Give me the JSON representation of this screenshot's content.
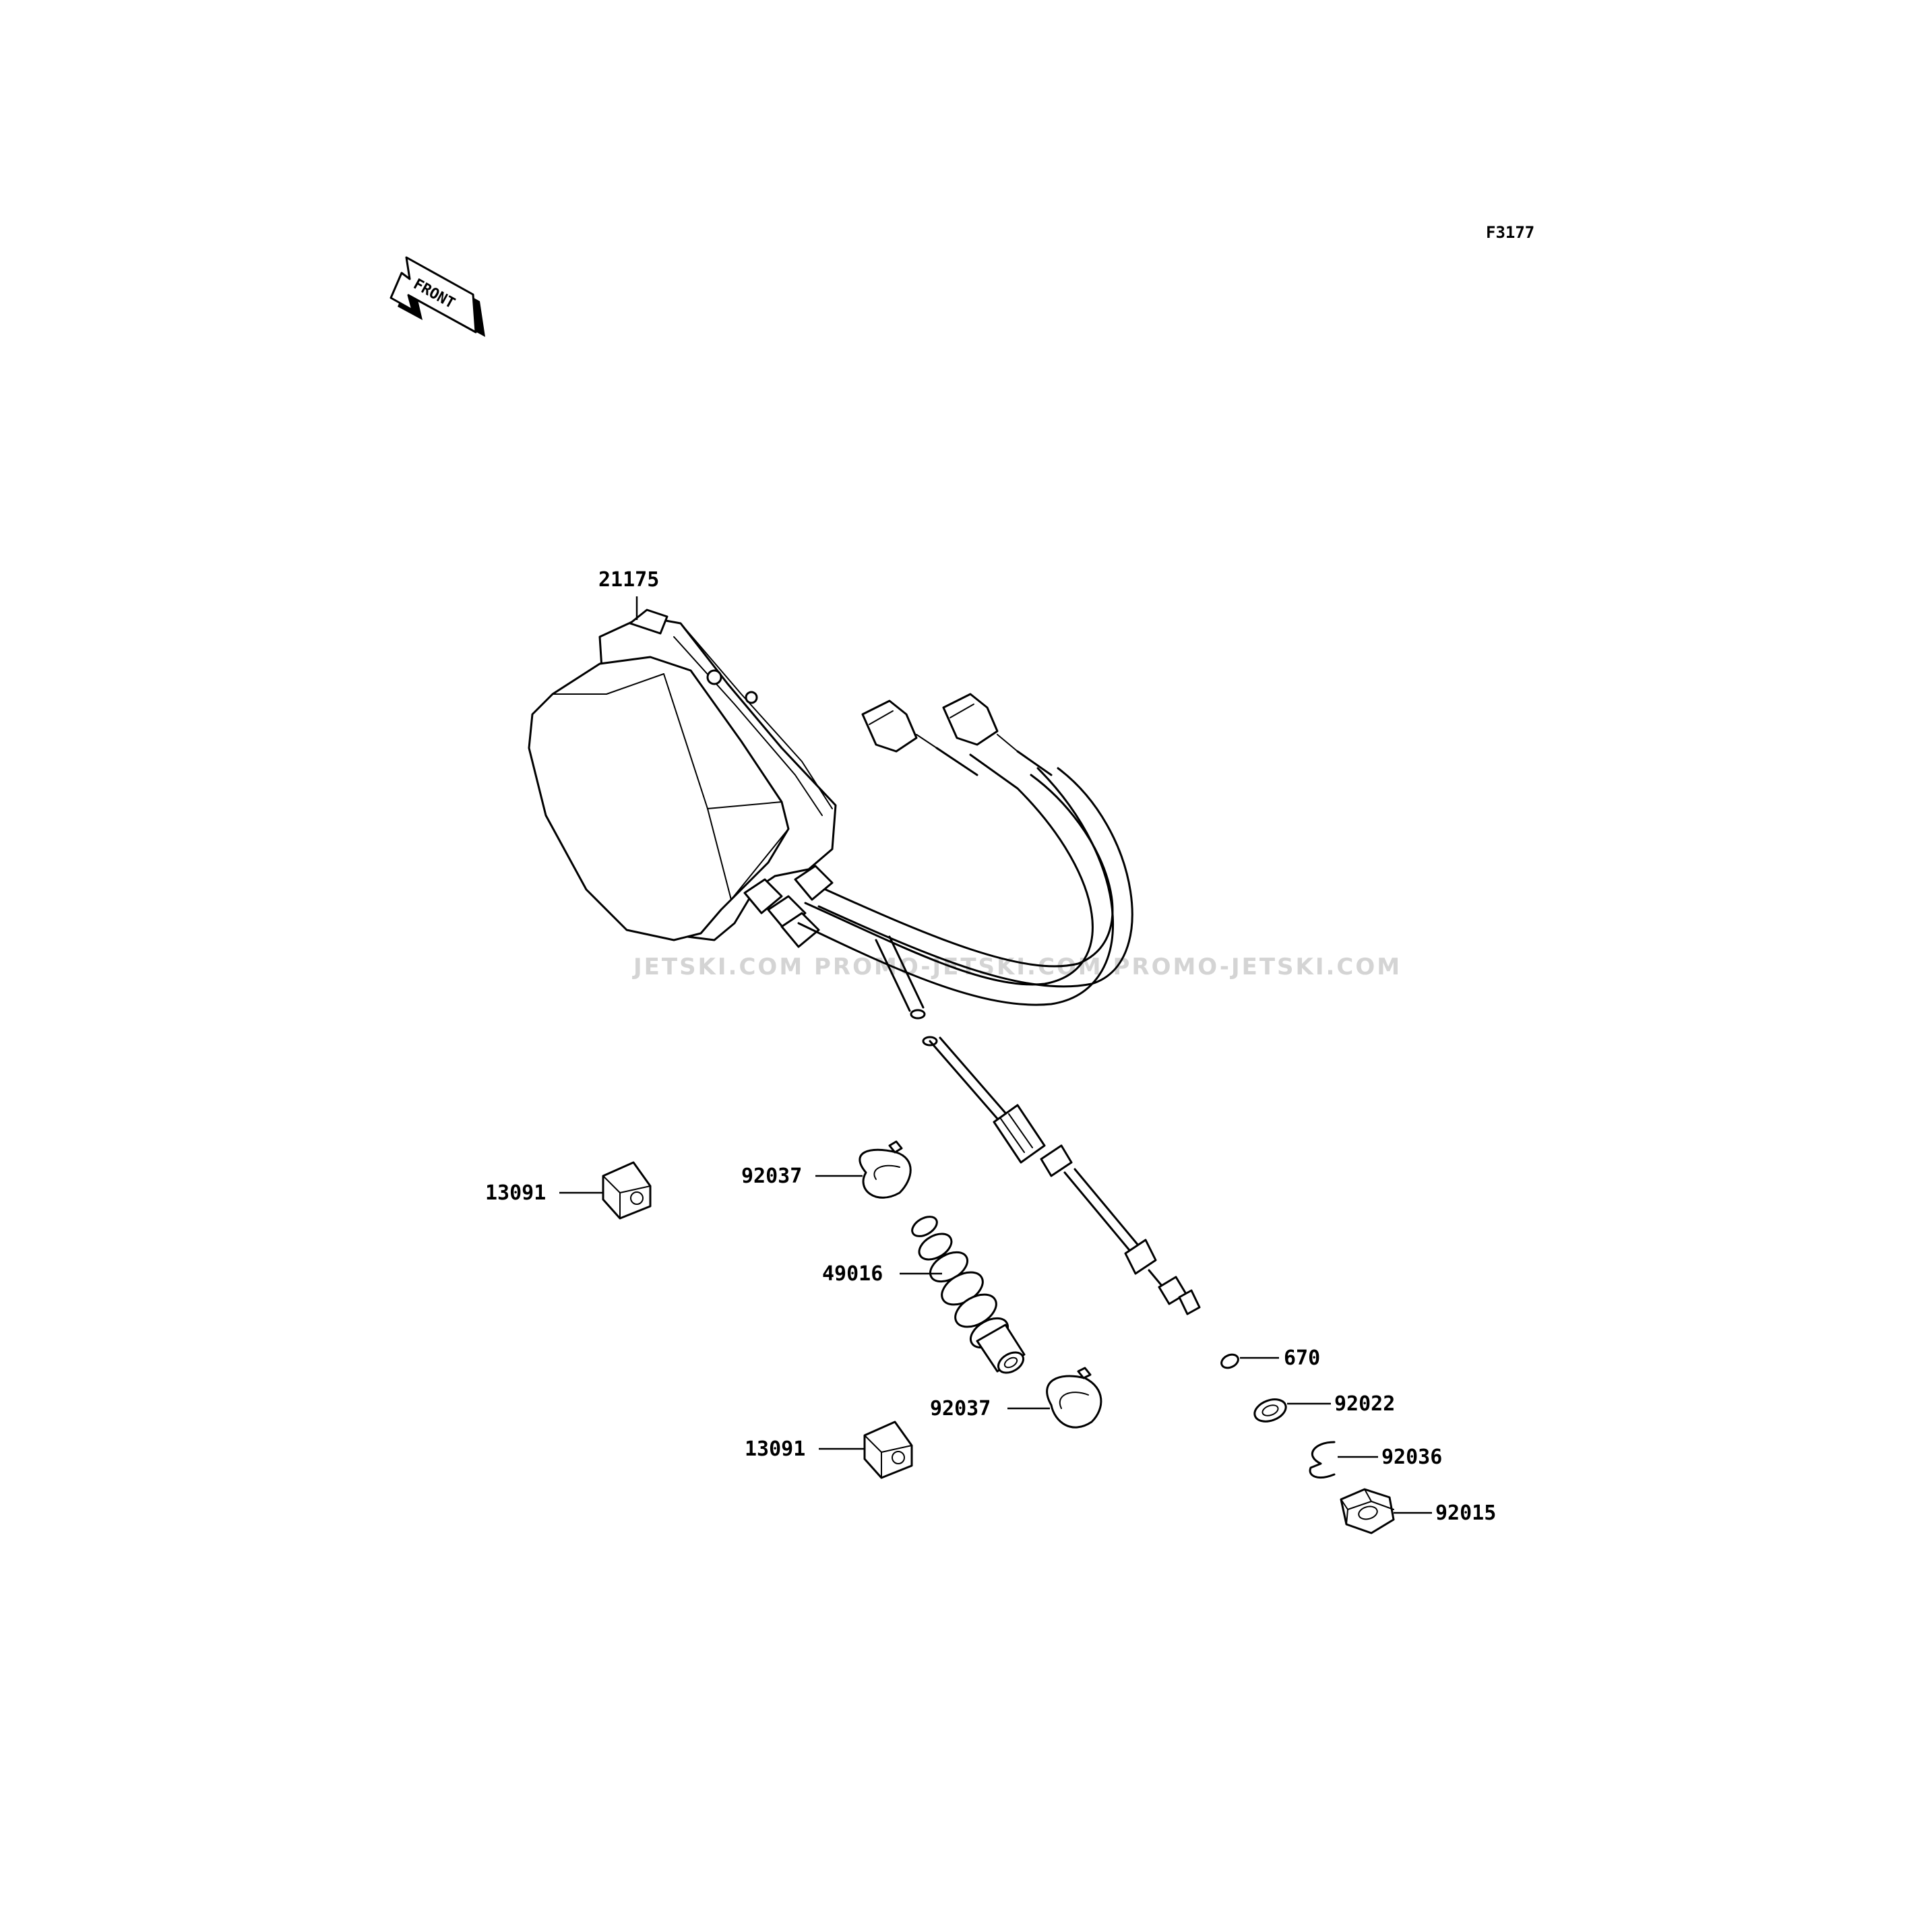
{
  "diagram_code": "F3177",
  "front_label": "FRONT",
  "watermark": "JETSKI.COM  PROMO-JETSKI.COM  PROMO-JETSKI.COM",
  "parts": {
    "p21175": "21175",
    "p13091_a": "13091",
    "p92037_a": "92037",
    "p49016": "49016",
    "p670": "670",
    "p92022": "92022",
    "p92037_b": "92037",
    "p92036": "92036",
    "p13091_b": "13091",
    "p92015": "92015"
  },
  "colors": {
    "line": "#000000",
    "background": "#ffffff",
    "watermark": "#d4d4d4"
  }
}
